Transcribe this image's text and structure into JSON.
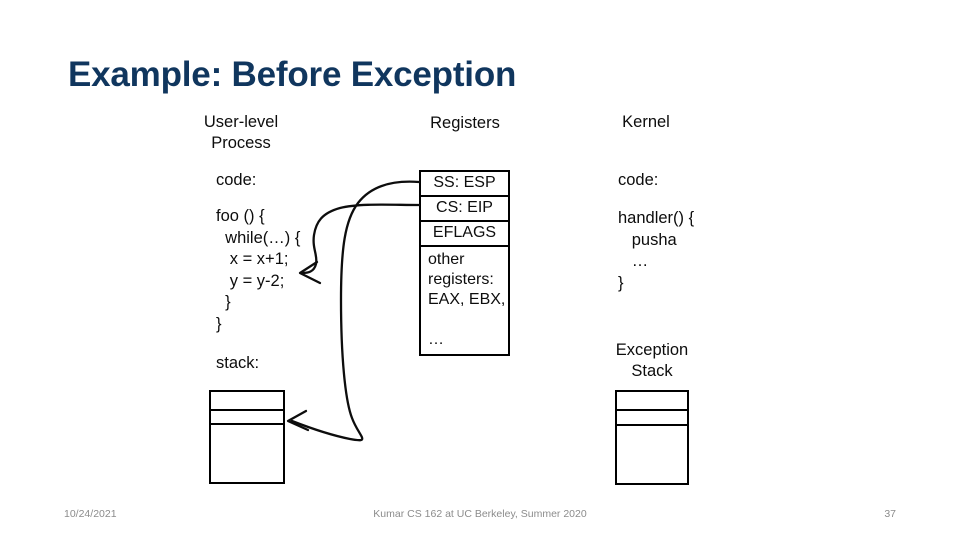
{
  "slide": {
    "title": "Example: Before Exception",
    "title_color": "#10365e"
  },
  "diagram": {
    "headers": {
      "user": "User-level\nProcess",
      "registers": "Registers",
      "kernel": "Kernel"
    },
    "user_column": {
      "code_label": "code:",
      "code_text": "foo () {\n  while(…) {\n   x = x+1;\n   y = y-2;\n  }\n}",
      "stack_label": "stack:"
    },
    "kernel_column": {
      "code_label": "code:",
      "code_text": "handler() {\n   pusha\n   …\n}",
      "stack_label": "Exception\nStack"
    },
    "registers_box": {
      "rows": [
        "SS: ESP",
        "CS: EIP",
        "EFLAGS"
      ],
      "other_registers": "other\nregisters:\nEAX, EBX,\n\n…"
    },
    "arrows": [
      {
        "name": "esp-to-user-stack",
        "from": "SS: ESP",
        "to": "user stack pointer slot"
      },
      {
        "name": "eip-to-user-code",
        "from": "CS: EIP",
        "to": "x = x+1; line in foo()"
      }
    ]
  },
  "footer": {
    "date": "10/24/2021",
    "center": "Kumar CS 162 at UC Berkeley, Summer 2020",
    "page": "37"
  }
}
